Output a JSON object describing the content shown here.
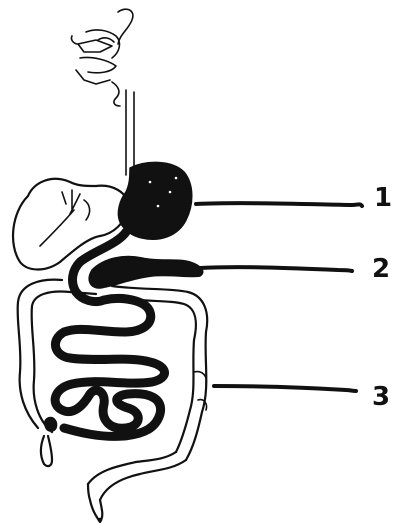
{
  "figure": {
    "labels": [
      {
        "id": "1",
        "text": "1"
      },
      {
        "id": "2",
        "text": "2"
      },
      {
        "id": "3",
        "text": "3"
      }
    ],
    "colors": {
      "ink": "#111111",
      "background": "#ffffff"
    },
    "icons": [
      "head-outline",
      "esophagus",
      "liver",
      "stomach",
      "pancreas",
      "small-intestine",
      "large-intestine",
      "appendix",
      "rectum"
    ]
  }
}
